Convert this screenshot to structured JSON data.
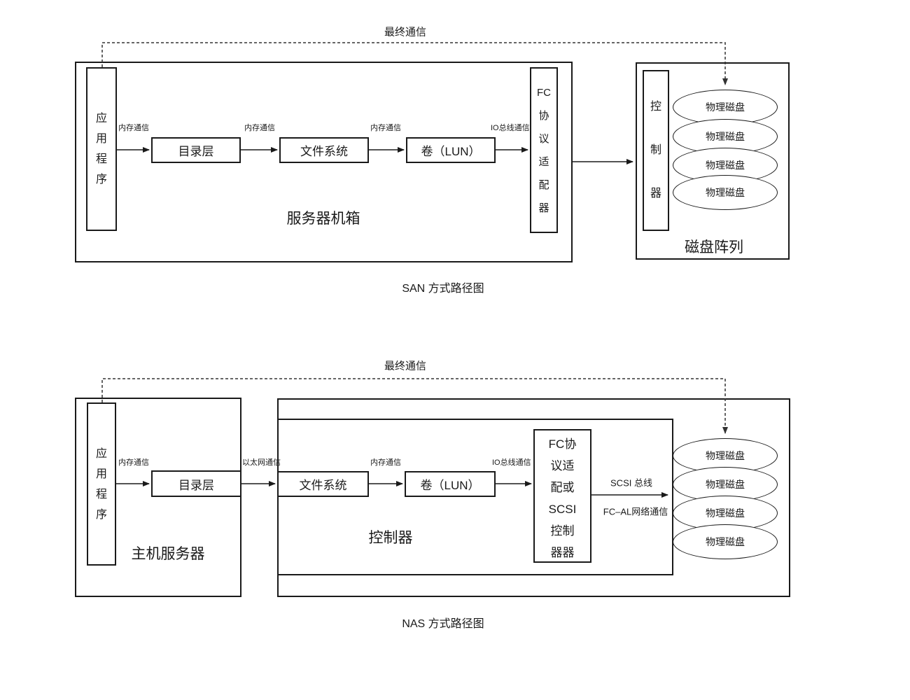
{
  "colors": {
    "background": "#ffffff",
    "stroke": "#1a1a1a",
    "dashed_stroke": "#333333",
    "text": "#1a1a1a"
  },
  "san": {
    "final_link_label": "最终通信",
    "caption": "SAN 方式路径图",
    "chassis": {
      "title": "服务器机箱"
    },
    "application": {
      "label": "应\n用\n程\n序"
    },
    "flow_boxes": [
      {
        "label": "目录层"
      },
      {
        "label": "文件系统"
      },
      {
        "label": "卷（LUN）"
      }
    ],
    "fc_adapter": {
      "label": "FC\n协\n议\n适\n配\n器"
    },
    "arrow_labels": [
      {
        "text": "内存通信"
      },
      {
        "text": "内存通信"
      },
      {
        "text": "内存通信"
      },
      {
        "text": "IO总线通信"
      }
    ],
    "disk_array": {
      "title": "磁盘阵列",
      "controller": {
        "label": "控\n制\n器"
      },
      "disks": [
        {
          "label": "物理磁盘"
        },
        {
          "label": "物理磁盘"
        },
        {
          "label": "物理磁盘"
        },
        {
          "label": "物理磁盘"
        }
      ]
    }
  },
  "nas": {
    "final_link_label": "最终通信",
    "caption": "NAS 方式路径图",
    "host_server": {
      "title": "主机服务器",
      "application": {
        "label": "应\n用\n程\n序"
      },
      "directory": {
        "label": "目录层"
      }
    },
    "controller_unit": {
      "title": "控制器",
      "filesystem": {
        "label": "文件系统"
      },
      "volume": {
        "label": "卷（LUN）"
      },
      "fc_scsi": {
        "label": "FC协\n议适\n配或\nSCSI\n控制\n器器"
      }
    },
    "arrow_labels": [
      {
        "text": "内存通信"
      },
      {
        "text": "以太网通信"
      },
      {
        "text": "内存通信"
      },
      {
        "text": "IO总线通信"
      }
    ],
    "bus_labels": {
      "above": "SCSI 总线",
      "below": "FC–AL网络通信"
    },
    "disks": [
      {
        "label": "物理磁盘"
      },
      {
        "label": "物理磁盘"
      },
      {
        "label": "物理磁盘"
      },
      {
        "label": "物理磁盘"
      }
    ]
  }
}
